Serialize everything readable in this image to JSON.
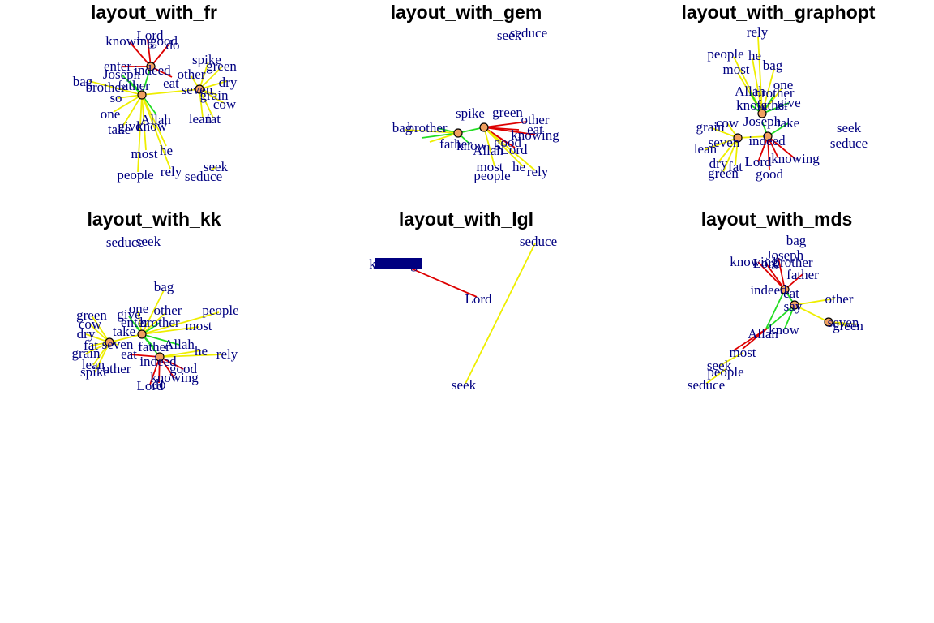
{
  "colors": {
    "label": "#000080",
    "edge_red": "#dd0000",
    "edge_green": "#22dd22",
    "edge_yellow": "#eeee00",
    "node": "#f0a060"
  },
  "panels": [
    {
      "title": "layout_with_fr",
      "labels": [
        "Lord",
        "good",
        "knowing",
        "do",
        "enter",
        "indeed",
        "eat",
        "other",
        "spike",
        "green",
        "dry",
        "Joseph",
        "bag",
        "brother",
        "father",
        "seven",
        "grain",
        "cow",
        "so",
        "one",
        "lean",
        "fat",
        "Allah",
        "take",
        "give",
        "know",
        "most",
        "he",
        "people",
        "rely",
        "seduce",
        "seek"
      ]
    },
    {
      "title": "layout_with_gem",
      "labels": [
        "seek",
        "seduce",
        "bag",
        "brother",
        "spike",
        "green",
        "other",
        "eat",
        "father",
        "know",
        "knowing",
        "Allah",
        "Lord",
        "good",
        "most",
        "he",
        "people",
        "rely"
      ]
    },
    {
      "title": "layout_with_graphopt",
      "labels": [
        "rely",
        "people",
        "he",
        "most",
        "bag",
        "one",
        "Allah",
        "brother",
        "give",
        "know",
        "father",
        "Joseph",
        "take",
        "seek",
        "seduce",
        "grain",
        "cow",
        "lean",
        "seven",
        "indeed",
        "knowing",
        "dry",
        "fat",
        "Lord",
        "green",
        "good"
      ]
    },
    {
      "title": "layout_with_kk",
      "labels": [
        "seduce",
        "seek",
        "bag",
        "one",
        "other",
        "people",
        "green",
        "give",
        "cow",
        "enter",
        "brother",
        "most",
        "dry",
        "take",
        "seven",
        "fat",
        "Allah",
        "he",
        "rely",
        "grain",
        "eat",
        "father",
        "indeed",
        "lean",
        "spike",
        "other",
        "good",
        "knowing",
        "Lord",
        "do"
      ]
    },
    {
      "title": "layout_with_lgl",
      "labels": [
        "seduce",
        "knowing",
        "Lord",
        "seek"
      ]
    },
    {
      "title": "layout_with_mds",
      "labels": [
        "bag",
        "Joseph",
        "knowing",
        "Lord",
        "brother",
        "father",
        "indeed",
        "eat",
        "other",
        "say",
        "seven",
        "green",
        "Allah",
        "know",
        "most",
        "seek",
        "people",
        "seduce"
      ]
    }
  ]
}
